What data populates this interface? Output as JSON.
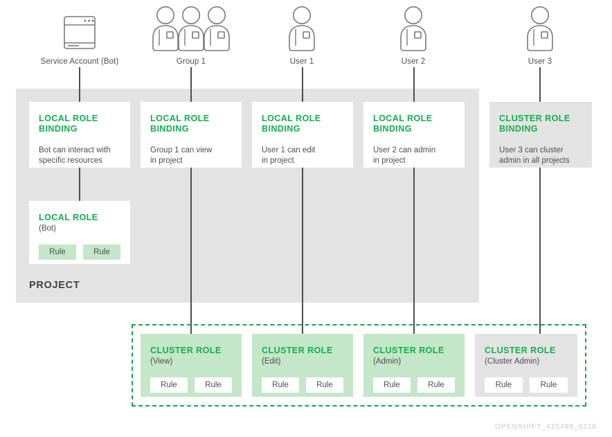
{
  "diagram": {
    "footer_code": "OPENSHIFT_415489_0218",
    "project_label": "PROJECT",
    "colors": {
      "accent_green": "#0eb14a",
      "dashed_green": "#14a84a",
      "light_green": "#c4e6c9",
      "gray_band": "#e3e3e3",
      "text_gray": "#4d4d4d",
      "line_gray": "#4d4d4d",
      "footer_gray": "#c9c9c9"
    },
    "actors": [
      {
        "id": "service-account",
        "label": "Service Account (Bot)",
        "icon": "window-icon"
      },
      {
        "id": "group-1",
        "label": "Group 1",
        "icon": "group-of-people-icon"
      },
      {
        "id": "user-1",
        "label": "User 1",
        "icon": "person-icon"
      },
      {
        "id": "user-2",
        "label": "User 2",
        "icon": "person-icon"
      },
      {
        "id": "user-3",
        "label": "User 3",
        "icon": "person-icon"
      }
    ],
    "bindings": [
      {
        "id": "binding-bot",
        "title_line1": "LOCAL ROLE",
        "title_line2": "BINDING",
        "desc_line1": "Bot can interact with",
        "desc_line2": "specific resources",
        "variant": "white"
      },
      {
        "id": "binding-group-1",
        "title_line1": "LOCAL ROLE",
        "title_line2": "BINDING",
        "desc_line1": "Group 1 can view",
        "desc_line2": "in project",
        "variant": "white"
      },
      {
        "id": "binding-user-1",
        "title_line1": "LOCAL ROLE",
        "title_line2": "BINDING",
        "desc_line1": "User 1 can edit",
        "desc_line2": "in project",
        "variant": "white"
      },
      {
        "id": "binding-user-2",
        "title_line1": "LOCAL ROLE",
        "title_line2": "BINDING",
        "desc_line1": "User 2 can admin",
        "desc_line2": "in project",
        "variant": "white"
      },
      {
        "id": "binding-user-3",
        "title_line1": "CLUSTER ROLE",
        "title_line2": "BINDING",
        "desc_line1": "User 3 can cluster",
        "desc_line2": "admin in all projects",
        "variant": "gray"
      }
    ],
    "local_role": {
      "id": "local-role-bot",
      "title": "LOCAL ROLE",
      "subtitle": "(Bot)",
      "rules": [
        "Rule",
        "Rule"
      ]
    },
    "cluster_roles": [
      {
        "id": "cluster-role-view",
        "title": "CLUSTER ROLE",
        "subtitle": "(View)",
        "rules": [
          "Rule",
          "Rule"
        ],
        "variant": "green"
      },
      {
        "id": "cluster-role-edit",
        "title": "CLUSTER ROLE",
        "subtitle": "(Edit)",
        "rules": [
          "Rule",
          "Rule"
        ],
        "variant": "green"
      },
      {
        "id": "cluster-role-admin",
        "title": "CLUSTER ROLE",
        "subtitle": "(Admin)",
        "rules": [
          "Rule",
          "Rule"
        ],
        "variant": "green"
      },
      {
        "id": "cluster-role-clusteradmin",
        "title": "CLUSTER ROLE",
        "subtitle": "(Cluster Admin)",
        "rules": [
          "Rule",
          "Rule"
        ],
        "variant": "gray"
      }
    ]
  }
}
